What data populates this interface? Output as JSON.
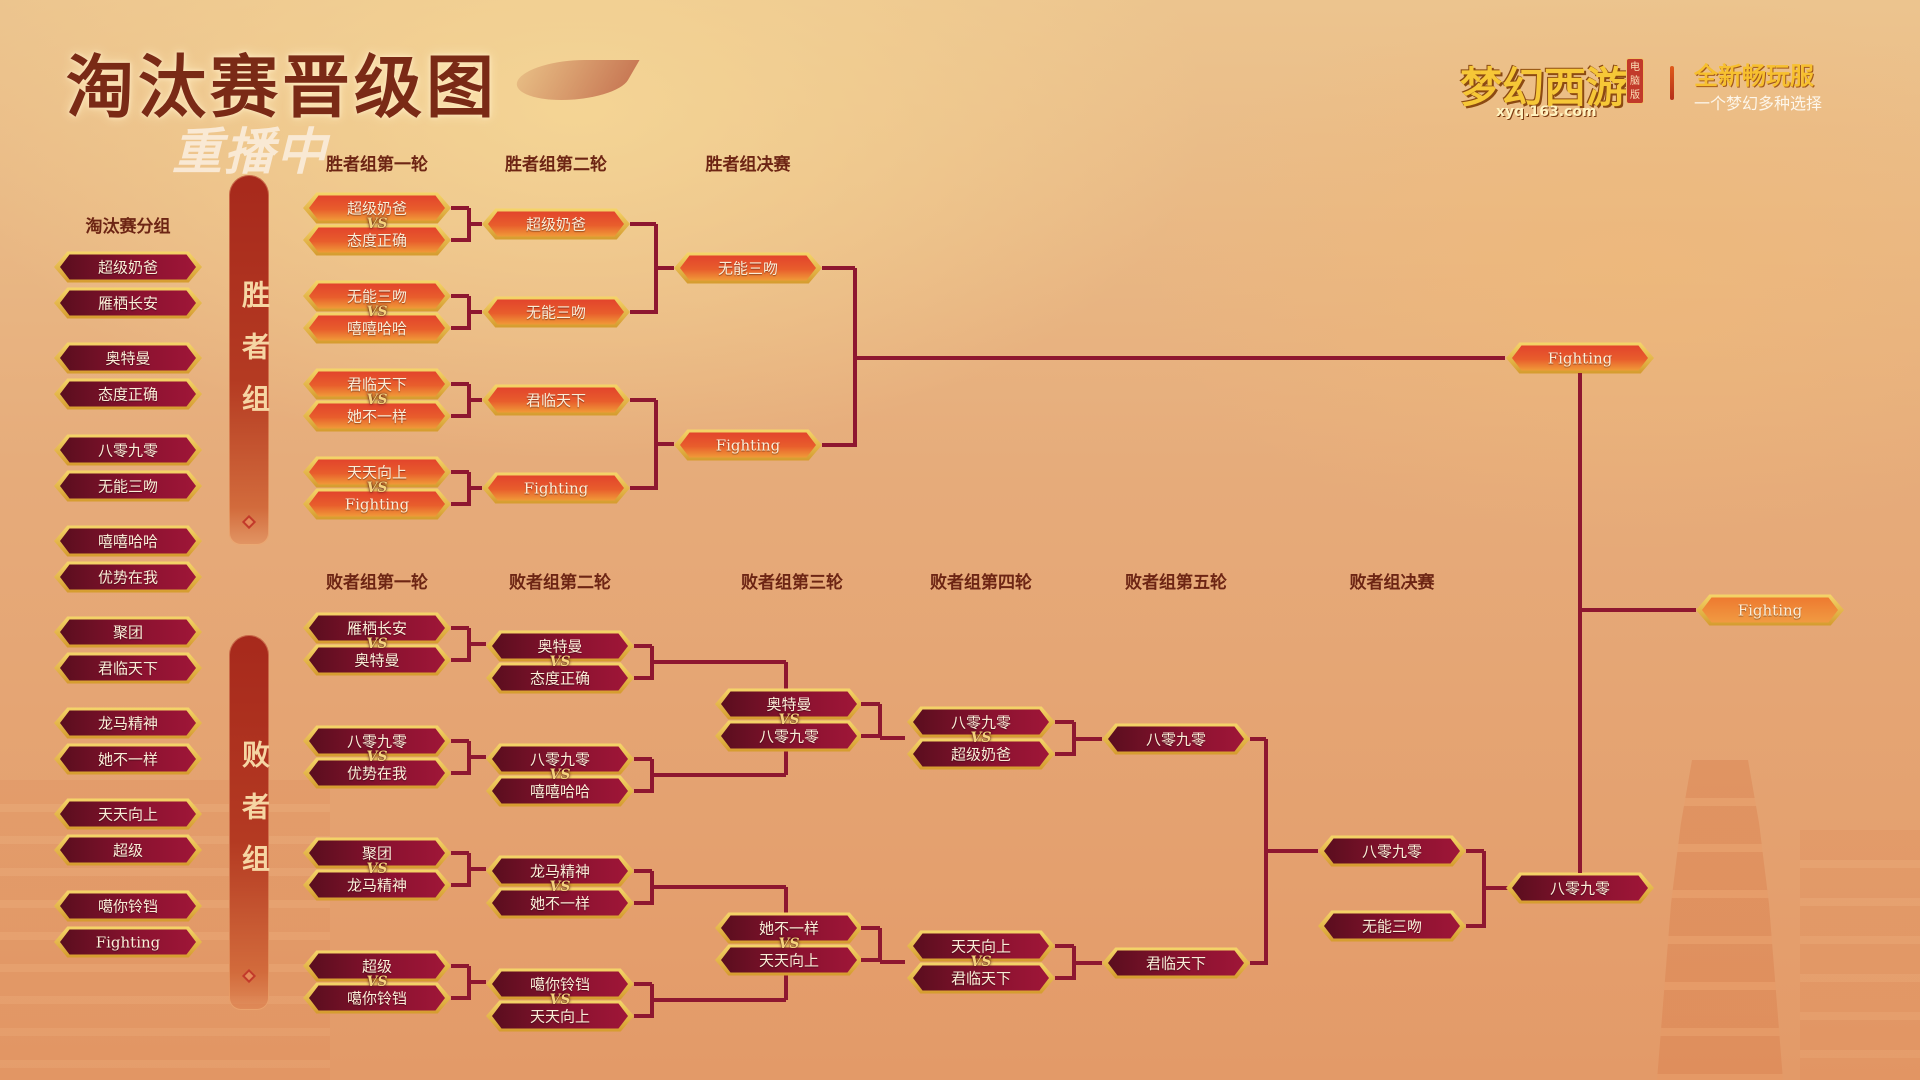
{
  "header": {
    "title": "淘汰赛晋级图",
    "status": "重播中"
  },
  "logo": {
    "game_name": "梦幻西游",
    "url": "xyq.163.com",
    "badge": "电脑版",
    "slogan_main": "全新畅玩服",
    "slogan_sub": "一个梦幻多种选择"
  },
  "groups": {
    "title": "淘汰赛分组",
    "teams": [
      "超级奶爸",
      "雁栖长安",
      "奥特曼",
      "态度正确",
      "八零九零",
      "无能三吻",
      "嘻嘻哈哈",
      "优势在我",
      "聚团",
      "君临天下",
      "龙马精神",
      "她不一样",
      "天天向上",
      "超级",
      "噶你铃铛",
      "Fighting"
    ]
  },
  "banners": {
    "winners": "胜者组",
    "losers": "败者组"
  },
  "vs_label": "VS",
  "winners_bracket": {
    "round1": {
      "label": "胜者组第一轮",
      "matches": [
        [
          "超级奶爸",
          "态度正确"
        ],
        [
          "无能三吻",
          "嘻嘻哈哈"
        ],
        [
          "君临天下",
          "她不一样"
        ],
        [
          "天天向上",
          "Fighting"
        ]
      ]
    },
    "round2": {
      "label": "胜者组第二轮",
      "results": [
        "超级奶爸",
        "无能三吻",
        "君临天下",
        "Fighting"
      ]
    },
    "final": {
      "label": "胜者组决赛",
      "results": [
        "无能三吻",
        "Fighting"
      ]
    },
    "champion_slot": "Fighting"
  },
  "losers_bracket": {
    "round1": {
      "label": "败者组第一轮",
      "matches": [
        [
          "雁栖长安",
          "奥特曼"
        ],
        [
          "八零九零",
          "优势在我"
        ],
        [
          "聚团",
          "龙马精神"
        ],
        [
          "超级",
          "噶你铃铛"
        ]
      ]
    },
    "round2": {
      "label": "败者组第二轮",
      "matches": [
        [
          "奥特曼",
          "态度正确"
        ],
        [
          "八零九零",
          "嘻嘻哈哈"
        ],
        [
          "龙马精神",
          "她不一样"
        ],
        [
          "噶你铃铛",
          "天天向上"
        ]
      ]
    },
    "round3": {
      "label": "败者组第三轮",
      "matches": [
        [
          "奥特曼",
          "八零九零"
        ],
        [
          "她不一样",
          "天天向上"
        ]
      ]
    },
    "round4": {
      "label": "败者组第四轮",
      "matches": [
        [
          "八零九零",
          "超级奶爸"
        ],
        [
          "天天向上",
          "君临天下"
        ]
      ]
    },
    "round5": {
      "label": "败者组第五轮",
      "results": [
        "八零九零",
        "君临天下"
      ]
    },
    "final": {
      "label": "败者组决赛",
      "results": [
        "八零九零",
        "无能三吻"
      ],
      "winner": "八零九零"
    }
  },
  "grand_final": {
    "result": "Fighting"
  }
}
